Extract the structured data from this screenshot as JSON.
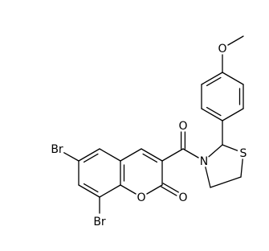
{
  "molecule": {
    "atoms": [
      {
        "id": "c4a",
        "element": "C"
      },
      {
        "id": "c4",
        "element": "C"
      },
      {
        "id": "c3",
        "element": "C"
      },
      {
        "id": "c2",
        "element": "C"
      },
      {
        "id": "o1",
        "element": "O",
        "label": "O"
      },
      {
        "id": "c8a",
        "element": "C"
      },
      {
        "id": "c8",
        "element": "C"
      },
      {
        "id": "c7",
        "element": "C"
      },
      {
        "id": "c6",
        "element": "C"
      },
      {
        "id": "c5",
        "element": "C"
      },
      {
        "id": "o2",
        "element": "O",
        "label": "O"
      },
      {
        "id": "br6",
        "element": "Br",
        "label": "Br"
      },
      {
        "id": "br8",
        "element": "Br",
        "label": "Br"
      },
      {
        "id": "cco",
        "element": "C"
      },
      {
        "id": "oco",
        "element": "O",
        "label": "O"
      },
      {
        "id": "n3",
        "element": "N",
        "label": "N"
      },
      {
        "id": "c2t",
        "element": "C"
      },
      {
        "id": "s1",
        "element": "S",
        "label": "S"
      },
      {
        "id": "c5t",
        "element": "C"
      },
      {
        "id": "c4t",
        "element": "C"
      },
      {
        "id": "p1",
        "element": "C"
      },
      {
        "id": "p2",
        "element": "C"
      },
      {
        "id": "p3",
        "element": "C"
      },
      {
        "id": "p4",
        "element": "C"
      },
      {
        "id": "p5",
        "element": "C"
      },
      {
        "id": "p6",
        "element": "C"
      },
      {
        "id": "ome",
        "element": "O",
        "label": "O"
      },
      {
        "id": "me",
        "element": "C"
      }
    ],
    "bonds": [
      {
        "a": "c4a",
        "b": "c4",
        "order": 1
      },
      {
        "a": "c4",
        "b": "c3",
        "order": 2
      },
      {
        "a": "c3",
        "b": "c2",
        "order": 1
      },
      {
        "a": "c2",
        "b": "o1",
        "order": 1
      },
      {
        "a": "o1",
        "b": "c8a",
        "order": 1
      },
      {
        "a": "c8a",
        "b": "c4a",
        "order": 2
      },
      {
        "a": "c8a",
        "b": "c8",
        "order": 1
      },
      {
        "a": "c8",
        "b": "c7",
        "order": 2
      },
      {
        "a": "c7",
        "b": "c6",
        "order": 1
      },
      {
        "a": "c6",
        "b": "c5",
        "order": 2
      },
      {
        "a": "c5",
        "b": "c4a",
        "order": 1
      },
      {
        "a": "c2",
        "b": "o2",
        "order": 2
      },
      {
        "a": "c6",
        "b": "br6",
        "order": 1
      },
      {
        "a": "c8",
        "b": "br8",
        "order": 1
      },
      {
        "a": "c3",
        "b": "cco",
        "order": 1
      },
      {
        "a": "cco",
        "b": "oco",
        "order": 2
      },
      {
        "a": "cco",
        "b": "n3",
        "order": 1
      },
      {
        "a": "n3",
        "b": "c2t",
        "order": 1
      },
      {
        "a": "c2t",
        "b": "s1",
        "order": 1
      },
      {
        "a": "s1",
        "b": "c5t",
        "order": 1
      },
      {
        "a": "c5t",
        "b": "c4t",
        "order": 1
      },
      {
        "a": "c4t",
        "b": "n3",
        "order": 1
      },
      {
        "a": "c2t",
        "b": "p1",
        "order": 1
      },
      {
        "a": "p1",
        "b": "p2",
        "order": 2
      },
      {
        "a": "p2",
        "b": "p3",
        "order": 1
      },
      {
        "a": "p3",
        "b": "p4",
        "order": 2
      },
      {
        "a": "p4",
        "b": "p5",
        "order": 1
      },
      {
        "a": "p5",
        "b": "p6",
        "order": 2
      },
      {
        "a": "p6",
        "b": "p1",
        "order": 1
      },
      {
        "a": "p4",
        "b": "ome",
        "order": 1
      },
      {
        "a": "ome",
        "b": "me",
        "order": 1
      }
    ]
  }
}
